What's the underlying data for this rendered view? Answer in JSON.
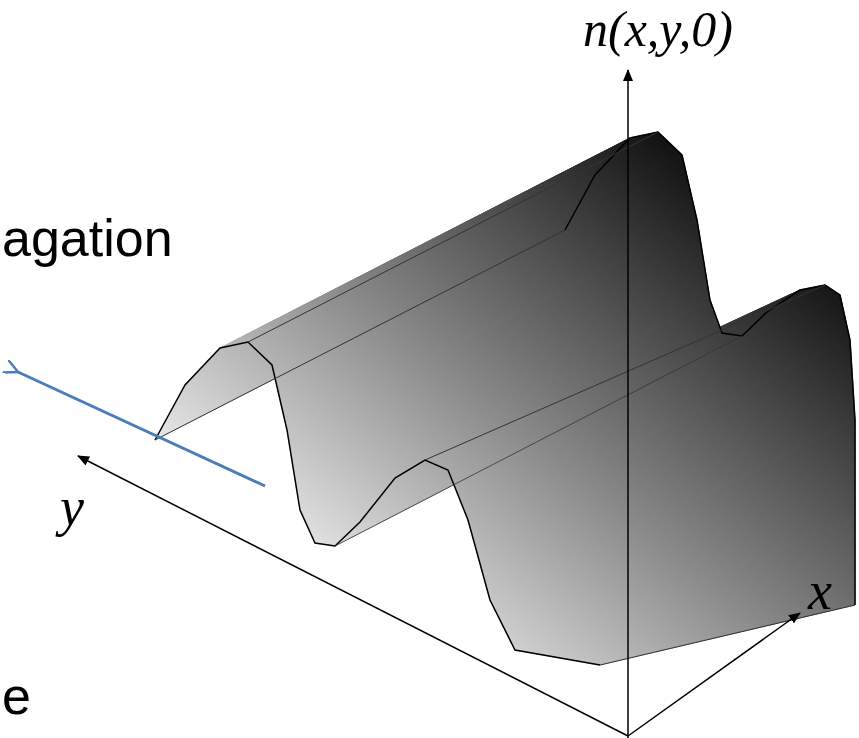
{
  "diagram": {
    "labels": [
      "n(x,y,0)",
      "agation",
      "x",
      "y",
      "e"
    ]
  }
}
